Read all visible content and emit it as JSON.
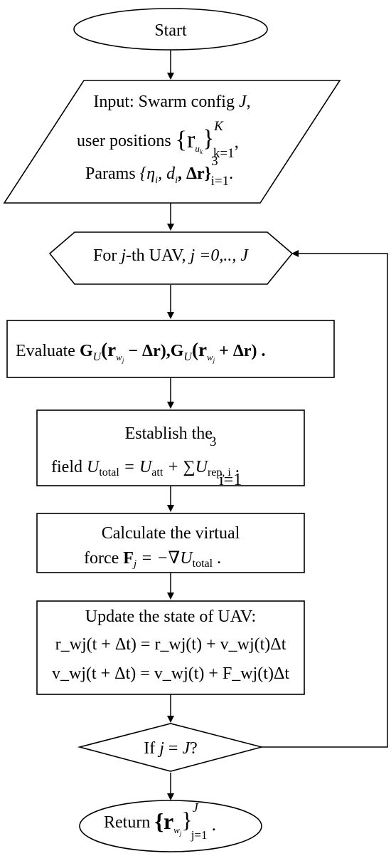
{
  "nodes": {
    "start": {
      "label": "Start"
    },
    "input": {
      "line1_prefix": "Input: Swarm config ",
      "line1_var": "J",
      "line1_suffix": ",",
      "line2_prefix": "user positions ",
      "line2_math": "{r",
      "line2_sub": "u",
      "line2_subsub": "k",
      "line2_close": "}",
      "line2_sup": "K",
      "line2_lower": "k=1",
      "line2_suffix": ",",
      "line3_prefix": "Params ",
      "line3_math": "{η",
      "line3_sub1": "i",
      "line3_mid": ", d",
      "line3_sub2": "i",
      "line3_end": ", Δr}",
      "line3_sup": "3",
      "line3_lower": "i=1",
      "line3_suffix": "."
    },
    "loop": {
      "prefix": "For ",
      "var": "j",
      "mid": "-th UAV, ",
      "var2": "j",
      "suffix": " =0,.., J"
    },
    "evaluate": {
      "prefix": "Evaluate ",
      "g1": "G",
      "g1sub": "U",
      "arg1": "(r",
      "arg1sub": "w",
      "arg1subsub": "j",
      "arg1rest": " − Δr),",
      "g2": "G",
      "g2sub": "U",
      "arg2": "(r",
      "arg2sub": "w",
      "arg2subsub": "j",
      "arg2rest": " + Δr) ."
    },
    "field": {
      "line1": "Establish the",
      "line1_sup": "3",
      "line2_prefix": "field  ",
      "u": "U",
      "u_sub": "total",
      "eq": " = U",
      "att_sub": "att",
      "plus": " + ∑U",
      "rep_sub": "rep, i",
      "sum_lower": "i=1",
      "suffix": " ."
    },
    "force": {
      "line1": "Calculate the virtual",
      "line2_prefix": "force  ",
      "f": "F",
      "f_sub": "j",
      "eq": " = −∇U",
      "u_sub": "total",
      "suffix": "  ."
    },
    "update": {
      "line1": "Update the state of UAV:",
      "line2": "r_wj(t + Δt) = r_wj(t) + v_wj(t)Δt",
      "line3": "v_wj(t + Δt) = v_wj(t) + F_wj(t)Δt"
    },
    "check": {
      "prefix": "If ",
      "var": "j",
      "mid": " = ",
      "var2": "J",
      "suffix": "?"
    },
    "return": {
      "prefix": "Return ",
      "math": "{r",
      "sub": "w",
      "subsub": "j",
      "close": "}",
      "sup": "J",
      "lower": "j=1",
      "suffix": " ."
    }
  }
}
